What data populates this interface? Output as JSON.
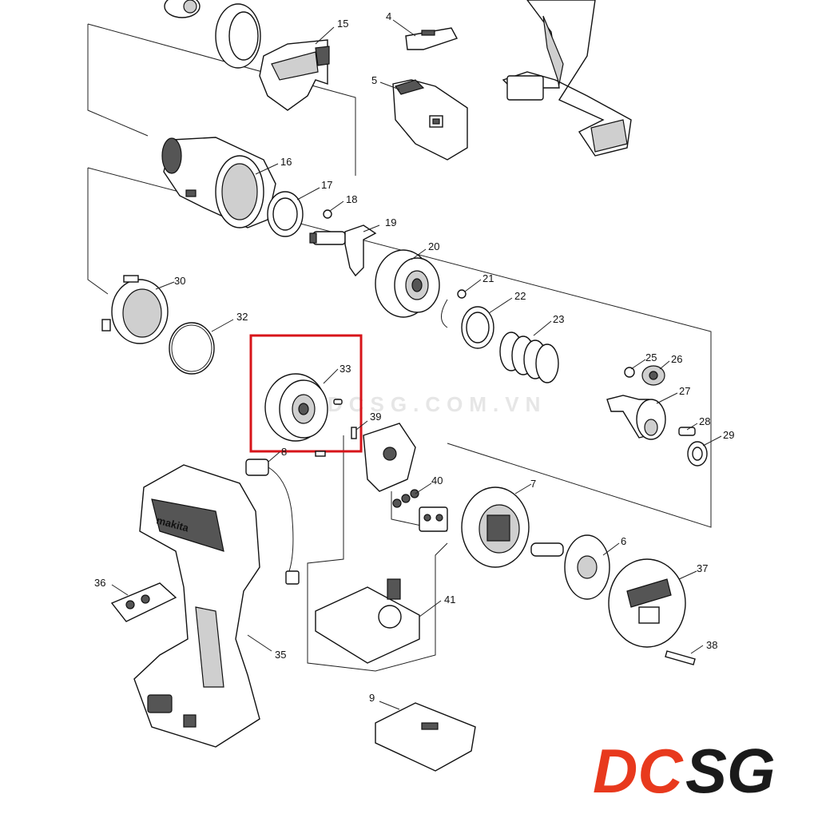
{
  "watermark": "DCSG.COM.VN",
  "logo": {
    "left": "DC",
    "right": "SG",
    "color_left": "#e8391d",
    "color_right": "#1a1a1a"
  },
  "highlight_color": "#d7141a",
  "brand_on_housing": "makita",
  "part_labels": {
    "p4": "4",
    "p5": "5",
    "p6": "6",
    "p7": "7",
    "p8": "8",
    "p9": "9",
    "p15": "15",
    "p16": "16",
    "p17": "17",
    "p18": "18",
    "p19": "19",
    "p20": "20",
    "p21": "21",
    "p22": "22",
    "p23": "23",
    "p25": "25",
    "p26": "26",
    "p27": "27",
    "p28": "28",
    "p29": "29",
    "p30": "30",
    "p32": "32",
    "p33": "33",
    "p35": "35",
    "p36": "36",
    "p37": "37",
    "p38": "38",
    "p39": "39",
    "p40": "40",
    "p41": "41"
  }
}
